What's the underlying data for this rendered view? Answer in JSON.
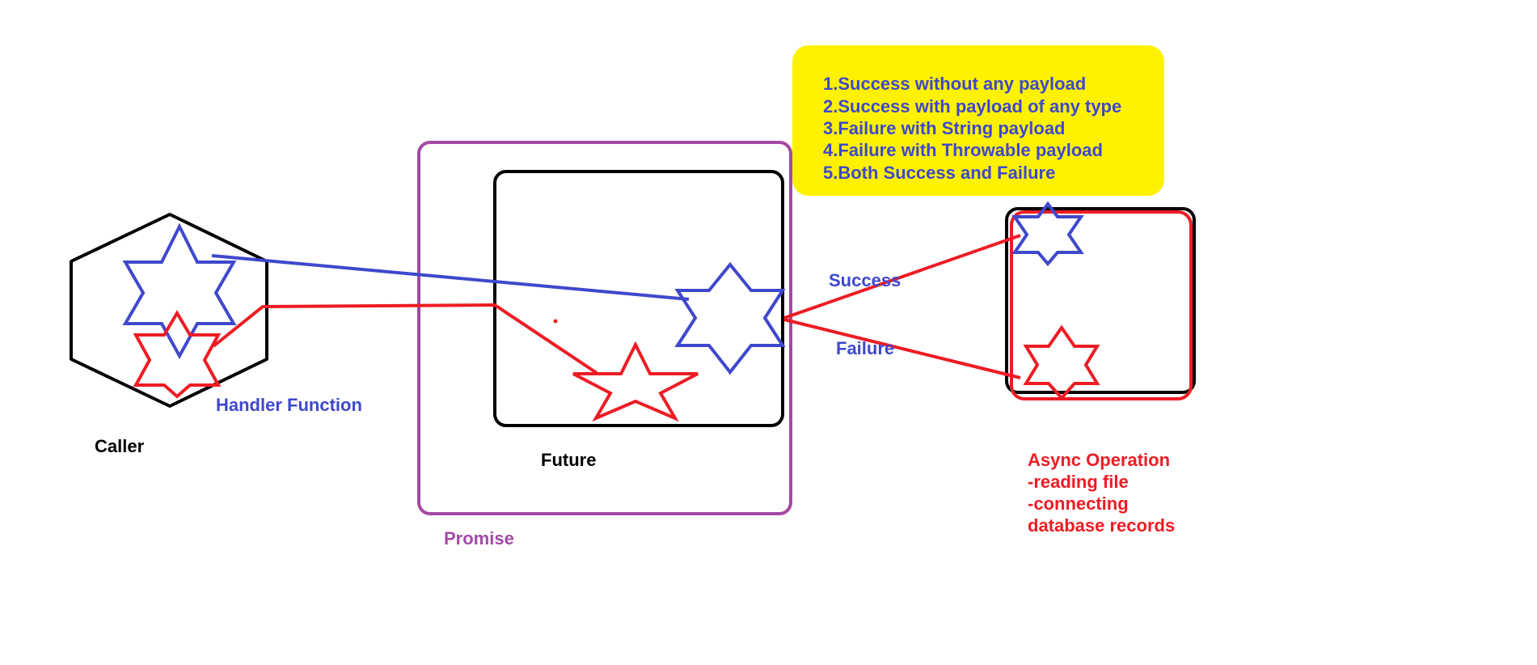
{
  "labels": {
    "caller": "Caller",
    "handler_function": "Handler Function",
    "future": "Future",
    "promise": "Promise",
    "success": "Success",
    "failure": "Failure",
    "async_title": "Async Operation",
    "async_line_1": "-reading file",
    "async_line_2": "-connecting",
    "async_line_3": "database records"
  },
  "note": {
    "items": [
      "1.Success without any payload",
      "2.Success with payload of any type",
      "3.Failure with String payload",
      "4.Failure with Throwable payload",
      "5.Both Success and Failure"
    ]
  },
  "colors": {
    "blue": "#3f48cc",
    "red": "#ed1c24",
    "purple": "#a349a4",
    "black": "#000000",
    "yellow": "#fff200"
  }
}
